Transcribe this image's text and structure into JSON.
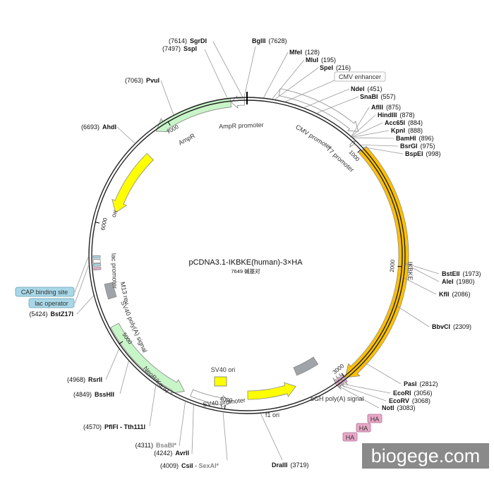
{
  "title": "pCDNA3.1-IKBKE(human)-3×HA",
  "length_label": "7649 碱基对",
  "watermark": "biogege.com",
  "total_bp": 7649,
  "colors": {
    "backbone": "#222222",
    "promoter": "#ffffff",
    "gene": "#ffc000",
    "ori": "#ffff00",
    "resistance": "#c8f5c8",
    "polyA": "#a0a4a8",
    "tag": "#e8a8c8",
    "misc_box": "#a8d8e8"
  },
  "ticks": [
    {
      "label": "1000",
      "bp": 1000
    },
    {
      "label": "2000",
      "bp": 2000
    },
    {
      "label": "3000",
      "bp": 3000
    },
    {
      "label": "4000",
      "bp": 4000
    },
    {
      "label": "5000",
      "bp": 5000
    },
    {
      "label": "6000",
      "bp": 6000
    },
    {
      "label": "7000",
      "bp": 7000
    }
  ],
  "features": [
    {
      "label": "CMV promoter",
      "start": 240,
      "end": 890,
      "type": "promoter",
      "radius": 236,
      "width": 10,
      "arrow": "cw"
    },
    {
      "label": "T7 promoter",
      "start": 912,
      "end": 931,
      "type": "promoter",
      "radius": 218,
      "width": 8,
      "arrow": "cw"
    },
    {
      "label": "IKBKE",
      "start": 1010,
      "end": 3000,
      "type": "gene",
      "radius": 222,
      "width": 14,
      "arrow": "cw"
    },
    {
      "label": "HA",
      "start": 3005,
      "end": 3030,
      "type": "tag",
      "radius": 222,
      "width": 12,
      "arrow": "cw"
    },
    {
      "label": "HA",
      "start": 3035,
      "end": 3060,
      "type": "tag",
      "radius": 222,
      "width": 12,
      "arrow": "cw"
    },
    {
      "label": "HA",
      "start": 3065,
      "end": 3090,
      "type": "tag",
      "radius": 222,
      "width": 12,
      "arrow": "cw"
    },
    {
      "label": "bGH poly(A) signal",
      "start": 3120,
      "end": 3345,
      "type": "polyA",
      "radius": 178,
      "width": 12,
      "arrow": "none"
    },
    {
      "label": "f1 ori",
      "start": 3390,
      "end": 3818,
      "type": "ori",
      "radius": 198,
      "width": 12,
      "arrow": "ccw"
    },
    {
      "label": "SV40 promoter",
      "start": 3960,
      "end": 4290,
      "type": "promoter",
      "radius": 210,
      "width": 10,
      "arrow": "ccw"
    },
    {
      "label": "NeoR/KanR",
      "start": 4350,
      "end": 5145,
      "type": "resistance",
      "radius": 212,
      "width": 13,
      "arrow": "ccw"
    },
    {
      "label": "SV40 poly(A) signal",
      "start": 5365,
      "end": 5495,
      "type": "polyA",
      "radius": 200,
      "width": 12,
      "arrow": "none"
    },
    {
      "label": "M13 rev",
      "start": 5620,
      "end": 5640,
      "type": "tag",
      "radius": 213,
      "width": 10,
      "arrow": "none"
    },
    {
      "label": "lac operator",
      "start": 5650,
      "end": 5670,
      "type": "misc",
      "radius": 213,
      "width": 10,
      "arrow": "none"
    },
    {
      "label": "lac promoter",
      "start": 5675,
      "end": 5705,
      "type": "promoter",
      "radius": 213,
      "width": 10,
      "arrow": "none"
    },
    {
      "label": "CAP binding site",
      "start": 5715,
      "end": 5735,
      "type": "misc",
      "radius": 213,
      "width": 10,
      "arrow": "none"
    },
    {
      "label": "ori",
      "start": 6120,
      "end": 6705,
      "type": "ori",
      "radius": 196,
      "width": 13,
      "arrow": "ccw"
    },
    {
      "label": "AmpR",
      "start": 6880,
      "end": 7520,
      "type": "resistance",
      "radius": 218,
      "width": 13,
      "arrow": "ccw"
    },
    {
      "label": "AmpR promoter",
      "start": 7525,
      "end": 7630,
      "type": "promoter",
      "radius": 218,
      "width": 10,
      "arrow": "ccw"
    }
  ],
  "feature_labels": [
    {
      "text": "CMV promoter"
    },
    {
      "text": "T7 promoter"
    },
    {
      "text": "IKBKE"
    },
    {
      "text": "bGH poly(A) signal"
    },
    {
      "text": "f1 ori"
    },
    {
      "text": "SV40 promoter"
    },
    {
      "text": "NeoR/KanR"
    },
    {
      "text": "SV40 poly(A) signal"
    },
    {
      "text": "SV40 ori"
    },
    {
      "text": "M13 rev"
    },
    {
      "text": "lac promoter"
    },
    {
      "text": "ori"
    },
    {
      "text": "AmpR"
    },
    {
      "text": "AmpR promoter"
    }
  ],
  "boxed_labels": [
    {
      "text": "CMV enhancer",
      "style": "plain"
    },
    {
      "text": "CAP binding site",
      "style": "blue"
    },
    {
      "text": "lac operator",
      "style": "blue"
    },
    {
      "text": "HA",
      "style": "pink"
    },
    {
      "text": "HA",
      "style": "pink"
    },
    {
      "text": "HA",
      "style": "pink"
    }
  ],
  "sites": [
    {
      "name": "SgrDI",
      "pos": "(7614)"
    },
    {
      "name": "SspI",
      "pos": "(7497)"
    },
    {
      "name": "BglII",
      "pos": "(7628)"
    },
    {
      "name": "MfeI",
      "pos": "(128)"
    },
    {
      "name": "MluI",
      "pos": "(195)"
    },
    {
      "name": "SpeI",
      "pos": "(216)"
    },
    {
      "name": "NdeI",
      "pos": "(451)"
    },
    {
      "name": "SnaBI",
      "pos": "(557)"
    },
    {
      "name": "AflII",
      "pos": "(875)"
    },
    {
      "name": "HindIII",
      "pos": "(878)"
    },
    {
      "name": "Acc65I",
      "pos": "(884)"
    },
    {
      "name": "KpnI",
      "pos": "(888)"
    },
    {
      "name": "BamHI",
      "pos": "(896)"
    },
    {
      "name": "BsrGI",
      "pos": "(975)"
    },
    {
      "name": "BspEI",
      "pos": "(998)"
    },
    {
      "name": "BstEII",
      "pos": "(1973)"
    },
    {
      "name": "AleI",
      "pos": "(1980)"
    },
    {
      "name": "KflI",
      "pos": "(2086)"
    },
    {
      "name": "BbvCI",
      "pos": "(2309)"
    },
    {
      "name": "PasI",
      "pos": "(2812)"
    },
    {
      "name": "EcoRI",
      "pos": "(3056)"
    },
    {
      "name": "EcoRV",
      "pos": "(3068)"
    },
    {
      "name": "NotI",
      "pos": "(3083)"
    },
    {
      "name": "DraIII",
      "pos": "(3719)"
    },
    {
      "name": "CsiI",
      "pos": "(4009)",
      "extra": "SexAI*"
    },
    {
      "name": "AvrII",
      "pos": "(4242)"
    },
    {
      "name": "BsaBI*",
      "pos": "(4311)"
    },
    {
      "name": "PflFI - Tth111I",
      "pos": "(4570)"
    },
    {
      "name": "BssHII",
      "pos": "(4849)"
    },
    {
      "name": "RsrII",
      "pos": "(4968)"
    },
    {
      "name": "BstZ17I",
      "pos": "(5424)"
    },
    {
      "name": "AhdI",
      "pos": "(6693)"
    },
    {
      "name": "PvuI",
      "pos": "(7063)"
    }
  ]
}
